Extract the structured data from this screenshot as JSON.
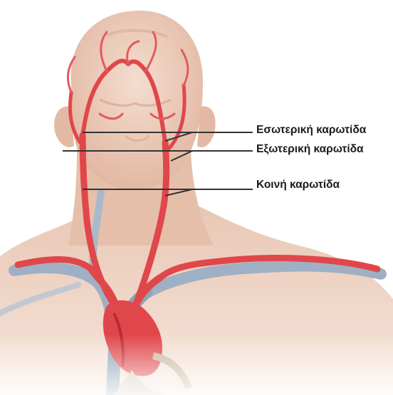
{
  "labels": {
    "internal_carotid": "Εσωτερική καρωτίδα",
    "external_carotid": "Εξωτερική καρωτίδα",
    "common_carotid": "Κοινή καρωτίδα"
  },
  "colors": {
    "skin": "#efd2c0",
    "skin_shadow": "#dcae98",
    "artery": "#e0474a",
    "artery_dark": "#b92b33",
    "vein": "#9fb0c4",
    "vein_dark": "#7d8fa6",
    "leader_line": "#333333"
  }
}
